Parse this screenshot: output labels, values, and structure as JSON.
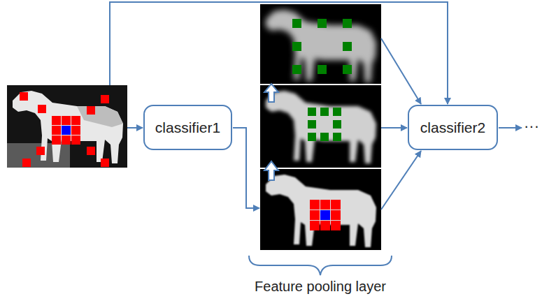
{
  "diagram": {
    "nodes": [
      {
        "text": [
          "classifier1"
        ]
      },
      {
        "text": [
          "classifier2"
        ]
      }
    ],
    "labels": [
      "Feature pooling layer",
      "···"
    ]
  }
}
